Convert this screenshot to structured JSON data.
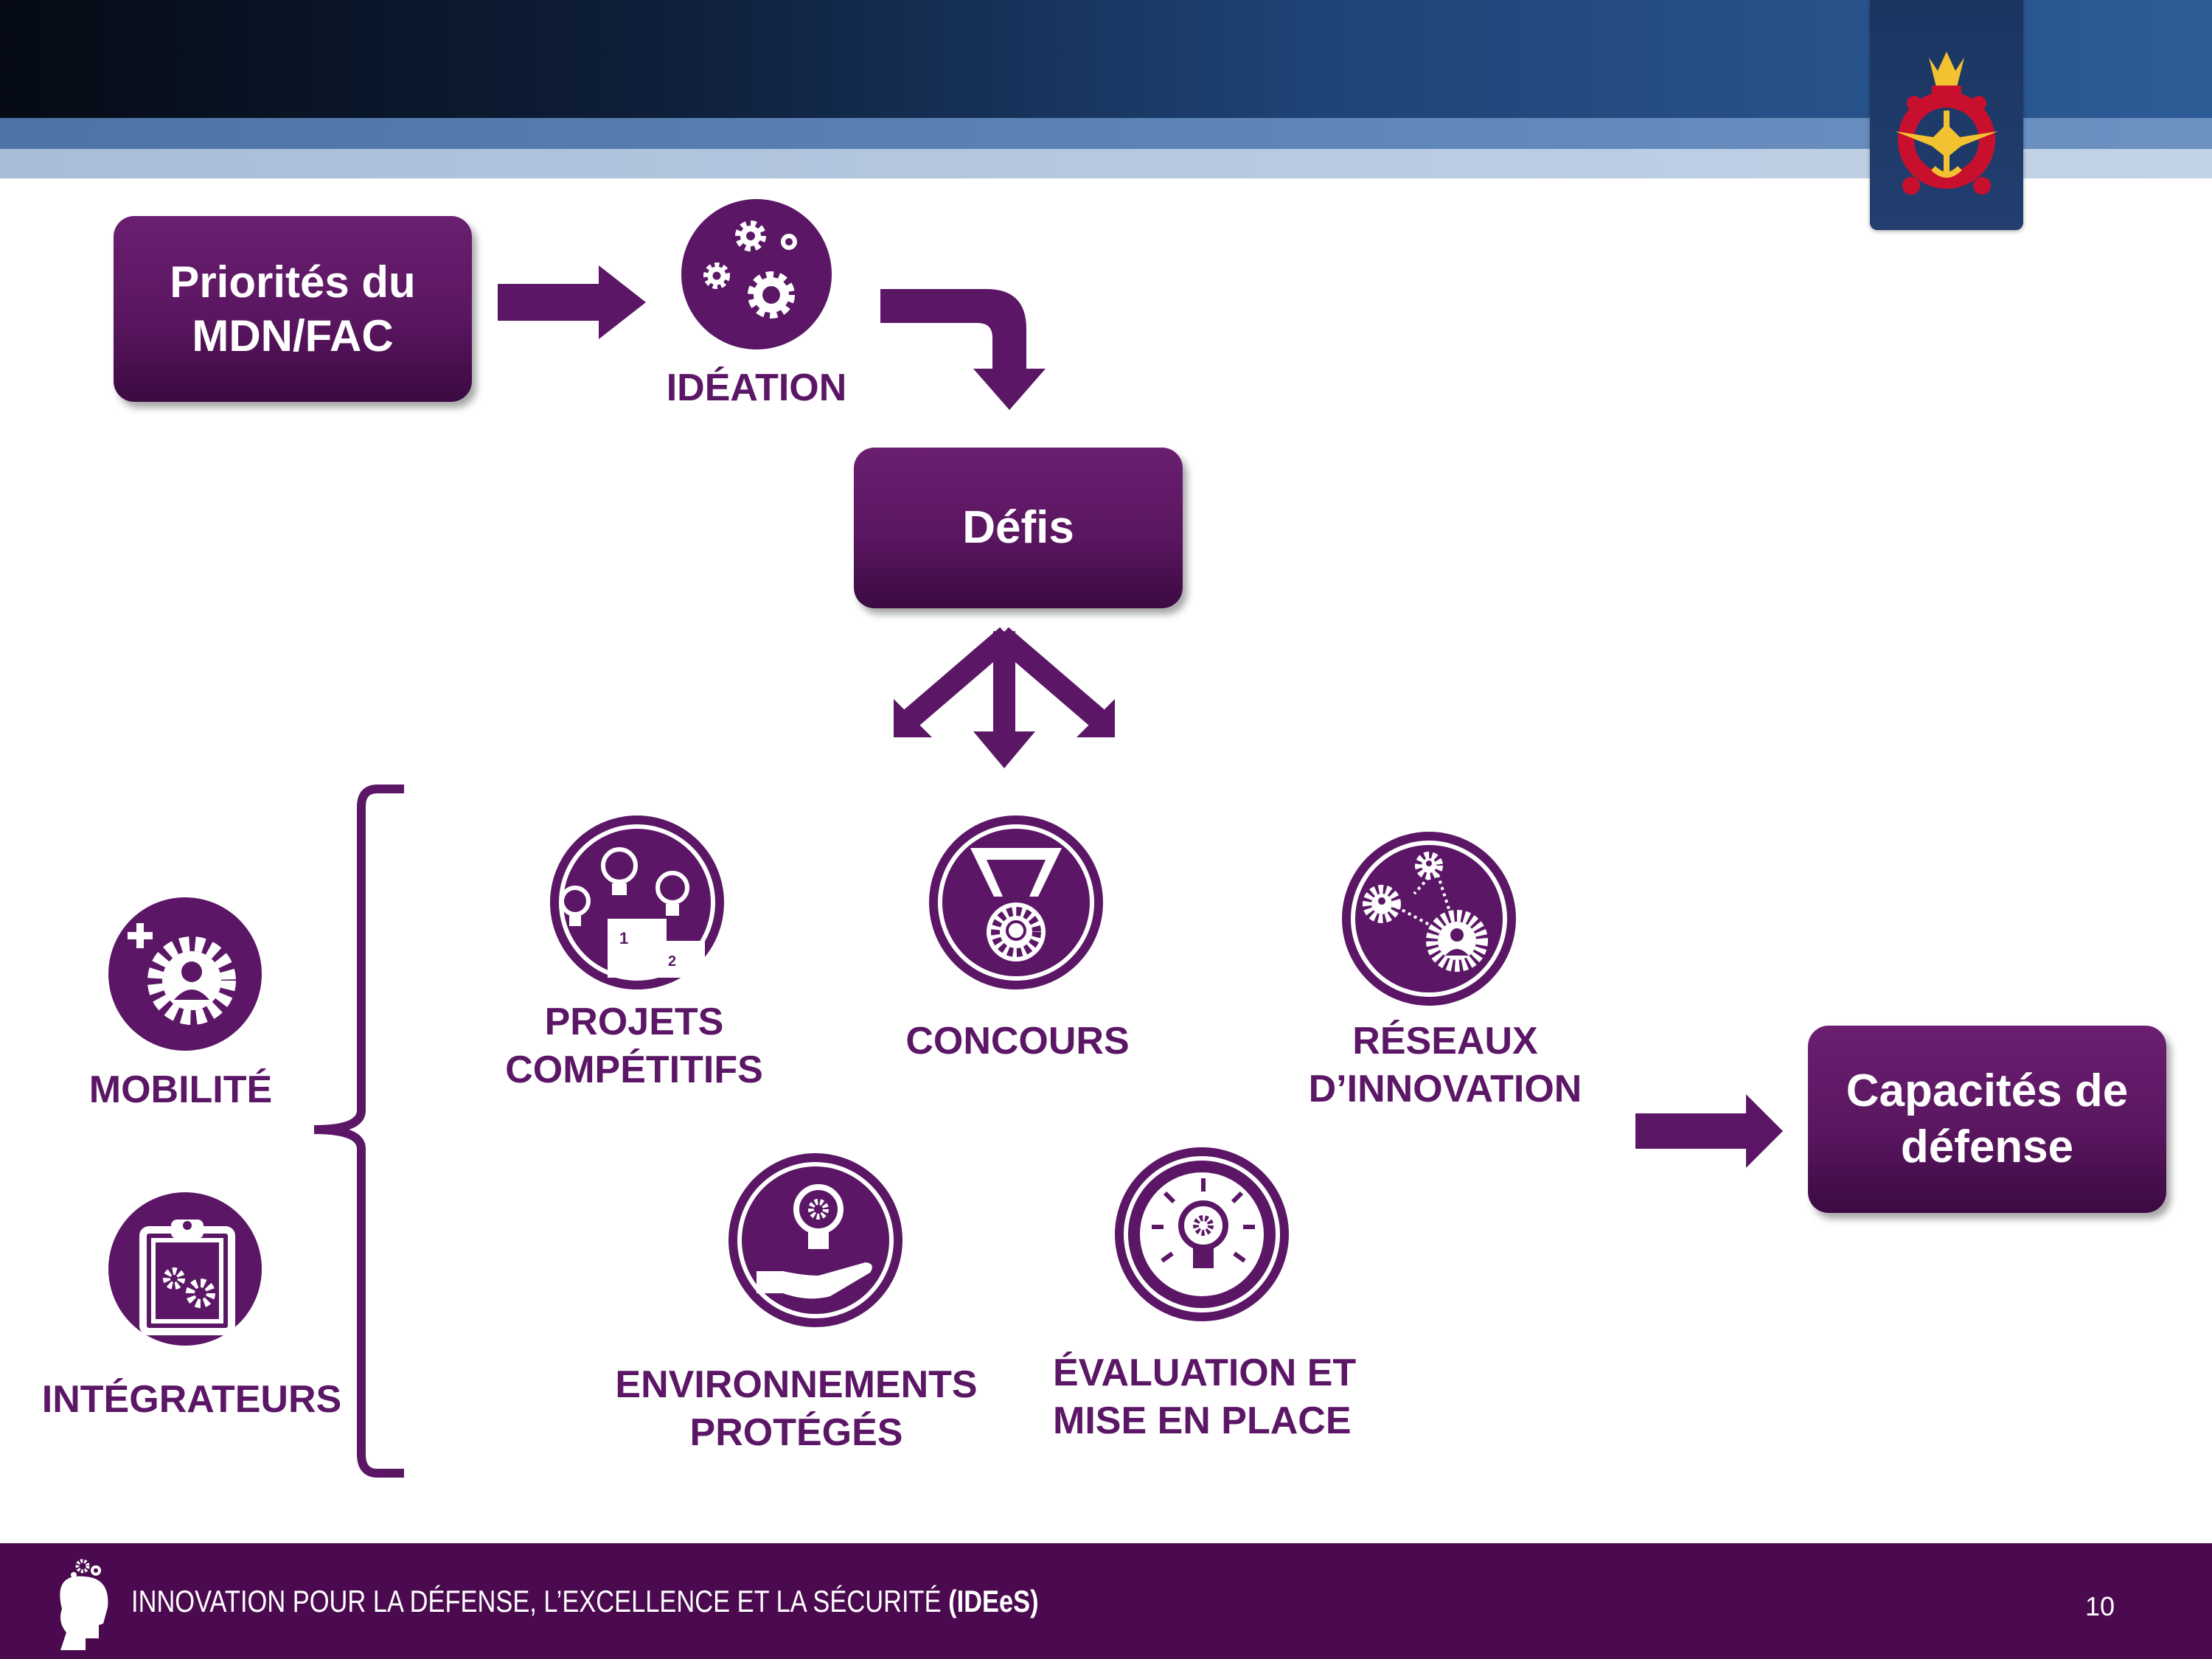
{
  "boxes": {
    "priorities": "Priorités du\nMDN/FAC",
    "challenges": "Défis",
    "capabilities": "Capacités de\ndéfense"
  },
  "labels": {
    "ideation": "IDÉATION",
    "mobility": "MOBILITÉ",
    "integrators": "INTÉGRATEURS",
    "competitive_projects": "PROJETS\nCOMPÉTITIFS",
    "contests": "CONCOURS",
    "innovation_networks": "RÉSEAUX\nD’INNOVATION",
    "sandboxes": "ENVIRONNEMENTS\nPROTÉGÉS",
    "test_evaluation": "ÉVALUATION ET\nMISE EN PLACE"
  },
  "podium": {
    "first": "1",
    "second": "2"
  },
  "footer": {
    "program": "INNOVATION POUR LA DÉFENSE, L’EXCELLENCE ET LA SÉCURITÉ",
    "acronym": "(IDEeS)",
    "page_number": "10"
  },
  "colors": {
    "purple": "#5b1766",
    "box_purple": "#5a1660",
    "footer_purple": "#4b0a4f",
    "navy": "#1f4477"
  },
  "icons": {
    "ideation": "gears-icon",
    "mobility": "person-gear-plus-icon",
    "integrators": "clipboard-gears-icon",
    "competitive_projects": "lightbulb-podium-icon",
    "contests": "medal-icon",
    "innovation_networks": "connected-people-gears-icon",
    "sandboxes": "hand-lightbulb-icon",
    "test_evaluation": "glowing-lightbulb-icon"
  }
}
